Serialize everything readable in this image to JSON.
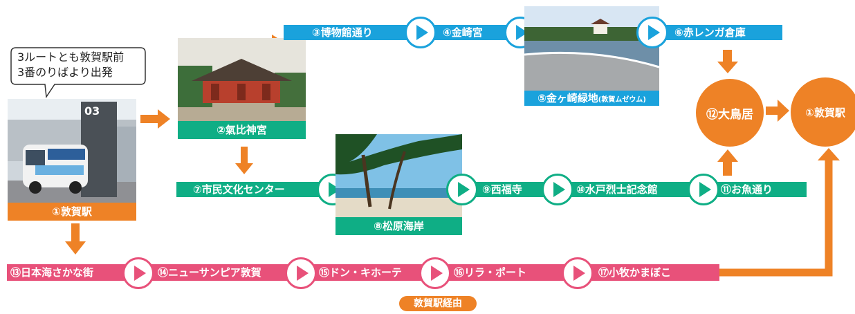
{
  "note": {
    "line1": "3ルートとも敦賀駅前",
    "line2": "3番のりばより出発"
  },
  "start": {
    "label": "①敦賀駅",
    "sign": "03"
  },
  "kehi": {
    "label": "②氣比神宮"
  },
  "blue_route": {
    "stops": [
      "③博物館通り",
      "④金崎宮",
      "⑥赤レンガ倉庫"
    ]
  },
  "kanegasaki": {
    "label": "⑤金ヶ崎緑地",
    "sub": "(敦賀ムゼウム)"
  },
  "green_route": {
    "stops": [
      "⑦市民文化センター",
      "⑨西福寺",
      "⑩水戸烈士記念館",
      "⑪お魚通り"
    ]
  },
  "matsubara": {
    "label": "⑧松原海岸"
  },
  "otorii": {
    "label": "⑫大鳥居"
  },
  "end": {
    "label": "①敦賀駅"
  },
  "pink_route": {
    "stops": [
      "⑬日本海さかな街",
      "⑭ニューサンピア敦賀",
      "⑮ドン・キホーテ",
      "⑯リラ・ポート",
      "⑰小牧かまぼこ"
    ]
  },
  "via": {
    "label": "敦賀駅経由"
  },
  "colors": {
    "blue": "#1aa2dc",
    "green": "#0fae85",
    "pink": "#e8517a",
    "orange": "#ee8226"
  }
}
